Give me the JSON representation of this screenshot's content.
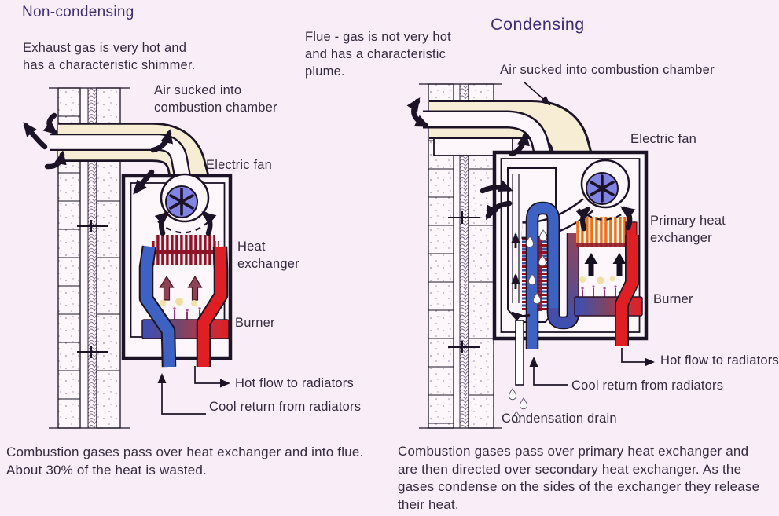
{
  "colors": {
    "bg": "#f9eef8",
    "ink": "#1c1426",
    "text": "#352b3e",
    "title": "#3f2d7a",
    "flue": "#f7ecd4",
    "paper": "#fdf7fc",
    "fan": "#8184e4",
    "hx_red": "#8e1327",
    "hx_orange": "#e8731c",
    "pipe_blue": "#3e62c4",
    "pipe_red": "#e01f24",
    "fin_blue": "#3c4f9e"
  },
  "left": {
    "title": "Non-condensing",
    "description": "Exhaust gas is very hot and\nhas a characteristic shimmer.",
    "labels": {
      "air": "Air sucked into\ncombustion chamber",
      "fan": "Electric fan",
      "heat_exchanger": "Heat\nexchanger",
      "burner": "Burner",
      "hot_flow": "Hot flow to radiators",
      "cool_return": "Cool return from radiators"
    },
    "caption": "Combustion gases pass over heat exchanger and into flue.\nAbout 30% of the heat is wasted."
  },
  "right": {
    "title": "Condensing",
    "description": "Flue - gas is not very hot\nand has a characteristic\nplume.",
    "labels": {
      "air": "Air sucked into combustion chamber",
      "fan": "Electric fan",
      "primary_heat_exchanger": "Primary heat\nexchanger",
      "burner": "Burner",
      "hot_flow": "Hot flow to radiators",
      "cool_return": "Cool return from radiators",
      "condensation_drain": "Condensation drain"
    },
    "caption": "Combustion gases pass over primary heat exchanger and\nare then directed over secondary heat exchanger. As the\ngases condense on the sides of the exchanger they release\ntheir heat."
  }
}
